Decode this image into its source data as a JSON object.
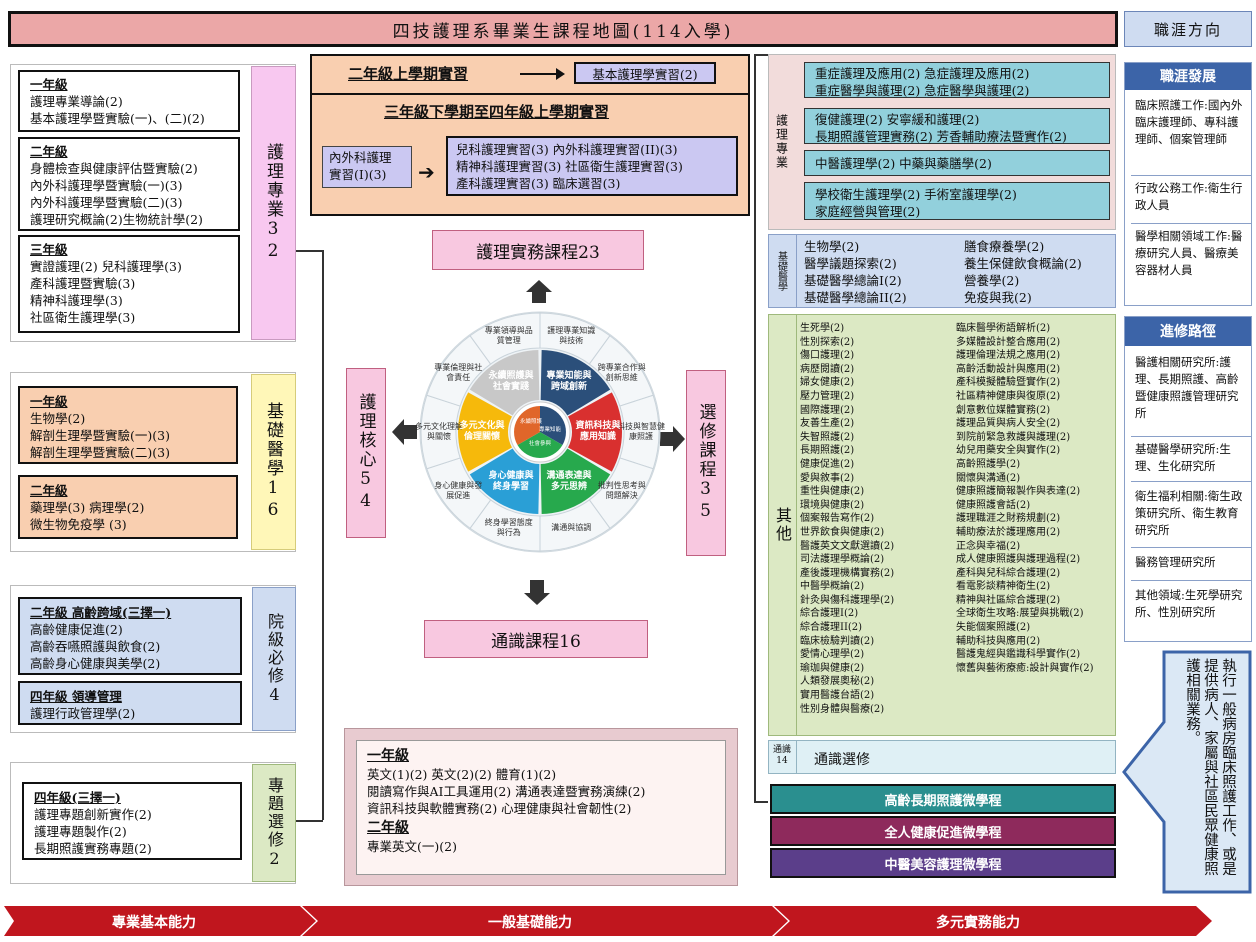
{
  "title": "四技護理系畢業生課程地圖(114入學)",
  "career_header": "職涯方向",
  "internship": {
    "year2_label": "二年級上學期實習",
    "year2_course": "基本護理學實習(2)",
    "year3_label": "三年級下學期至四年級上學期實習",
    "med_surg": [
      "內外科護理",
      "實習(I)(3)"
    ],
    "courses": [
      "兒科護理實習(3)   內外科護理實習(II)(3)",
      "精神科護理實習(3) 社區衛生護理實習(3)",
      "產科護理實習(3)   臨床選習(3)"
    ]
  },
  "nursing_pro": {
    "title": "護理專業32",
    "groups": [
      {
        "label": "一年級",
        "items": [
          "護理專業導論(2)",
          "基本護理學暨實驗(一)、(二)(2)"
        ]
      },
      {
        "label": "二年級",
        "items": [
          "身體檢查與健康評估暨實驗(2)",
          "內外科護理學暨實驗(一)(3)",
          "內外科護理學暨實驗(二)(3)",
          "護理研究概論(2)生物統計學(2)"
        ]
      },
      {
        "label": "三年級",
        "items": [
          "實證護理(2)    兒科護理學(3)",
          "產科護理暨實驗(3)",
          "精神科護理學(3)",
          "社區衛生護理學(3)"
        ]
      }
    ]
  },
  "basic_med": {
    "title": "基礎醫學16",
    "groups": [
      {
        "label": "一年級",
        "items": [
          "生物學(2)",
          "解剖生理學暨實驗(一)(3)",
          "解剖生理學暨實驗(二)(3)"
        ]
      },
      {
        "label": "二年級",
        "items": [
          "藥理學(3)    病理學(2)",
          "微生物免疫學 (3)"
        ]
      }
    ]
  },
  "college_req": {
    "title": "院級必修4",
    "groups": [
      {
        "label": "二年級 高齡跨域(三擇一)",
        "items": [
          "高齡健康促進(2)",
          "高齡吞嚥照護與飲食(2)",
          "高齡身心健康與美學(2)"
        ]
      },
      {
        "label": "四年級 領導管理",
        "items": [
          "護理行政管理學(2)"
        ]
      }
    ]
  },
  "topic_elective": {
    "title": "專題選修2",
    "groups": [
      {
        "label": "四年級(三擇一)",
        "items": [
          "護理專題創新實作(2)",
          "護理專題製作(2)",
          "長期照護實務專題(2)"
        ]
      }
    ]
  },
  "center": {
    "practice": "護理實務課程23",
    "core_label": "護理核心54",
    "elective_label": "選修課程35",
    "general": "通識課程16",
    "wheel_segments": [
      "護理專業知識與技術",
      "跨專業合作與創新思維",
      "科技與智慧健康照護",
      "批判性思考與問題解決",
      "溝通與協調",
      "終身學習態度與行為",
      "身心健康與發展促進",
      "多元文化理解與關懷",
      "專業倫理與社會責任",
      "專業領導與品質管理"
    ],
    "inner_segments": [
      "專業知能與跨域創新",
      "資訊科技與應用知識",
      "溝通表達與多元思辨",
      "身心健康與終身學習",
      "多元文化與倫理關懷",
      "永續照護與社會實踐"
    ],
    "hub": [
      "永續照護",
      "專業知能",
      "社會參與"
    ]
  },
  "general_courses": {
    "groups": [
      {
        "label": "一年級",
        "items": [
          "英文(1)(2)  英文(2)(2)    體育(1)(2)",
          "閱讀寫作與AI工具運用(2) 溝通表達暨實務演練(2)",
          "資訊科技與軟體實務(2)   心理健康與社會韌性(2)"
        ]
      },
      {
        "label": "二年級",
        "items": [
          "專業英文(一)(2)"
        ]
      }
    ]
  },
  "right_nursing": {
    "title": "護理專業",
    "boxes": [
      [
        "重症護理及應用(2) 急症護理及應用(2)",
        "重症醫學與護理(2) 急症醫學與護理(2)"
      ],
      [
        "復健護理(2)   安寧緩和護理(2)",
        "長期照護管理實務(2) 芳香輔助療法暨實作(2)"
      ],
      [
        "中醫護理學(2)  中藥與藥膳學(2)"
      ],
      [
        "學校衛生護理學(2) 手術室護理學(2)",
        "家庭經營與管理(2)"
      ]
    ]
  },
  "right_basic": {
    "title": "基礎醫學",
    "left": [
      "生物學(2)",
      "醫學議題探索(2)",
      "基礎醫學總論I(2)",
      "基礎醫學總論II(2)"
    ],
    "right": [
      "膳食療養學(2)",
      "養生保健飲食概論(2)",
      "營養學(2)",
      "免疫與我(2)"
    ]
  },
  "right_other": {
    "title": "其他",
    "left": [
      "生死學(2)",
      "性別探索(2)",
      "傷口護理(2)",
      "病歷閱讀(2)",
      "婦女健康(2)",
      "壓力管理(2)",
      "國際護理(2)",
      "友善生產(2)",
      "失智照護(2)",
      "長期照護(2)",
      "健康促進(2)",
      "愛與敘事(2)",
      "重性與健康(2)",
      "環境與健康(2)",
      "個案報告寫作(2)",
      "世界飲食與健康(2)",
      "醫護英文文獻選讀(2)",
      "司法護理學概論(2)",
      "產後護理機構實務(2)",
      "中醫學概論(2)",
      "針灸與傷科護理學(2)",
      "綜合護理I(2)",
      "綜合護理II(2)",
      "臨床檢驗判讀(2)",
      "愛情心理學(2)",
      "瑜珈與健康(2)",
      "人類發展奧秘(2)",
      "實用醫護台語(2)",
      "性別身體與醫療(2)"
    ],
    "right": [
      "臨床醫學術語解析(2)",
      "多媒體設計整合應用(2)",
      "護理倫理法規之應用(2)",
      "高齡活動設計與應用(2)",
      "產科模擬體驗暨實作(2)",
      "社區精神健康與復原(2)",
      "創意數位媒體實務(2)",
      "護理品質與病人安全(2)",
      "到院前緊急救護與護理(2)",
      "幼兒用藥安全與實作(2)",
      "高齡照護學(2)",
      "關懷與溝通(2)",
      "健康照護簡報製作與表達(2)",
      "健康照護會話(2)",
      "護理職涯之財務規劃(2)",
      "輔助療法於護理應用(2)",
      "正念與幸福(2)",
      "成人健康照護與護理過程(2)",
      "產科與兒科綜合護理(2)",
      "看電影談精神衛生(2)",
      "精神與社區綜合護理(2)",
      "全球衛生攻略:展望與挑戰(2)",
      "失能個案照護(2)",
      "輔助科技與應用(2)",
      "醫護鬼經與鑑識科學實作(2)",
      "懷舊與藝術療癒:設計與實作(2)"
    ]
  },
  "right_general": {
    "title": "通識14",
    "label": "通識選修"
  },
  "micro_programs": [
    "高齡長期照護微學程",
    "全人健康促進微學程",
    "中醫美容護理微學程"
  ],
  "career": {
    "dev_title": "職涯發展",
    "dev_items": [
      "臨床照護工作:國內外臨床護理師、專科護理師、個案管理師",
      "行政公務工作:衛生行政人員",
      "醫學相關領域工作:醫療研究人員、醫療美容器材人員"
    ],
    "study_title": "進修路徑",
    "study_items": [
      "醫護相關研究所:護理、長期照護、高齡暨健康照護管理研究所",
      "基礎醫學研究所:生理、生化研究所",
      "衛生福利相關:衛生政策研究所、衛生教育研究所",
      "醫務管理研究所",
      "其他領域:生死學研究所、性別研究所"
    ],
    "arrow_text": "執行一般病房臨床照護工作、或是提供病人、家屬與社區民眾健康照護相關業務。"
  },
  "bottom_bar": [
    "專業基本能力",
    "一般基礎能力",
    "多元實務能力"
  ],
  "colors": {
    "title_bg": "#eba7a7",
    "pink": "#f8c8f0",
    "yellow": "#fff7b8",
    "orange": "#f9cfb0",
    "blue": "#cfdcf1",
    "green": "#dce9c4",
    "teal": "#92d0dc",
    "lavender": "#cbc8f2",
    "dark_blue": "#3c64a8",
    "red": "#c0161e"
  }
}
